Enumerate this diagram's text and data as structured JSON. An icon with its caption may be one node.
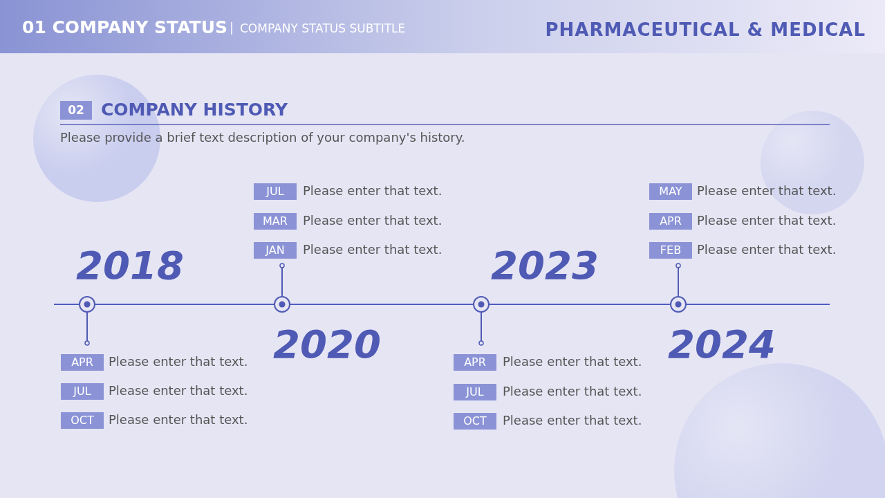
{
  "diagram": {
    "title": "01 COMPANY STATUS",
    "labels": [
      "COMPANY STATUS SUBTITLE",
      "PHARMACEUTICAL & MEDICAL",
      "02",
      "COMPANY HISTORY",
      "Please provide a brief text description of your company's history.",
      "2018",
      "APR",
      "Please enter that text.",
      "JUL",
      "Please enter that text.",
      "OCT",
      "Please enter that text.",
      "JUL",
      "Please enter that text.",
      "MAR",
      "Please enter that text.",
      "JAN",
      "Please enter that text.",
      "2020",
      "2023",
      "APR",
      "Please enter that text.",
      "JUL",
      "Please enter that text.",
      "OCT",
      "Please enter that text.",
      "MAY",
      "Please enter that text.",
      "APR",
      "Please enter that text.",
      "FEB",
      "Please enter that text.",
      "2024"
    ]
  }
}
